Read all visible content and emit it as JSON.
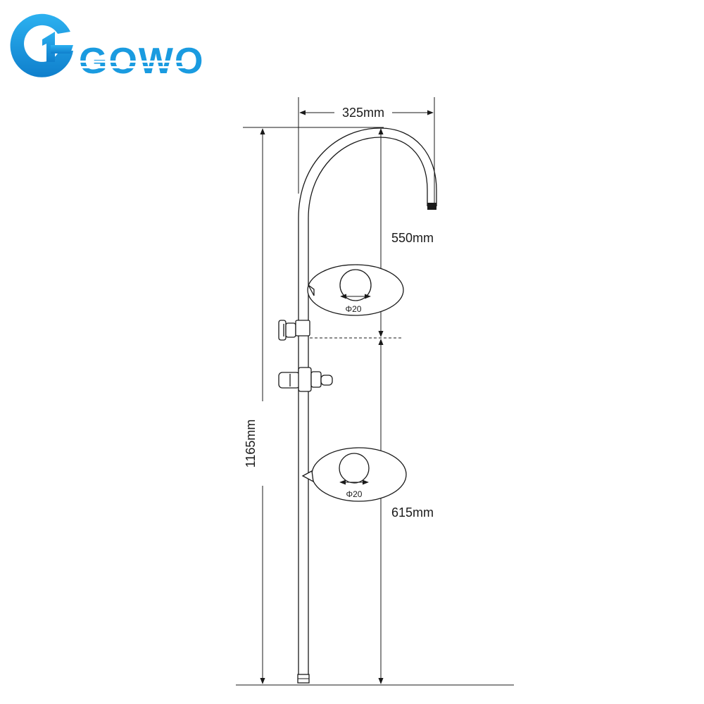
{
  "logo": {
    "text": "GOWO",
    "mark": "1"
  },
  "dimensions": {
    "arm_width": "325mm",
    "upper_height": "550mm",
    "lower_height": "615mm",
    "total_height": "1165mm",
    "pipe_diameter_top": "Φ20",
    "pipe_diameter_bottom": "Φ20"
  },
  "colors": {
    "brand": "#1a9be0",
    "line": "#1a1a1a"
  }
}
